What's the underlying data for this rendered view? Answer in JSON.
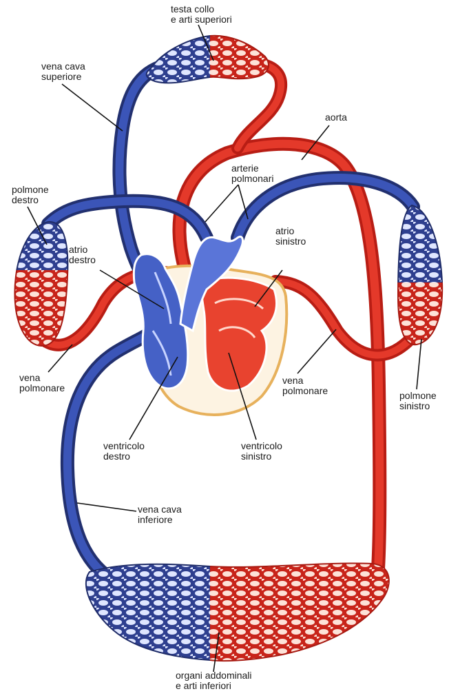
{
  "colors": {
    "venous": "#2e3f8f",
    "venous_light": "#4a63c4",
    "arterial": "#d8261c",
    "arterial_light": "#f05a40",
    "heart_outline": "#e7b15c",
    "heart_fill": "#fdf3e2",
    "leader": "#111111"
  },
  "labels": {
    "head": [
      "testa collo",
      "e arti superiori"
    ],
    "vena_cava_sup": [
      "vena cava",
      "superiore"
    ],
    "aorta": [
      "aorta"
    ],
    "arterie": [
      "arterie",
      "polmonari"
    ],
    "polmone_dx": [
      "polmone",
      "destro"
    ],
    "atrio_sx": [
      "atrio",
      "sinistro"
    ],
    "atrio_dx": [
      "atrio",
      "destro"
    ],
    "vena_polm_dx": [
      "vena",
      "polmonare"
    ],
    "vena_polm_sx": [
      "vena",
      "polmonare"
    ],
    "polmone_sx": [
      "polmone",
      "sinistro"
    ],
    "ventricolo_dx": [
      "ventricolo",
      "destro"
    ],
    "ventricolo_sx": [
      "ventricolo",
      "sinistro"
    ],
    "vena_cava_inf": [
      "vena cava",
      "inferiore"
    ],
    "organi": [
      "organi addominali",
      "e arti inferiori"
    ]
  }
}
